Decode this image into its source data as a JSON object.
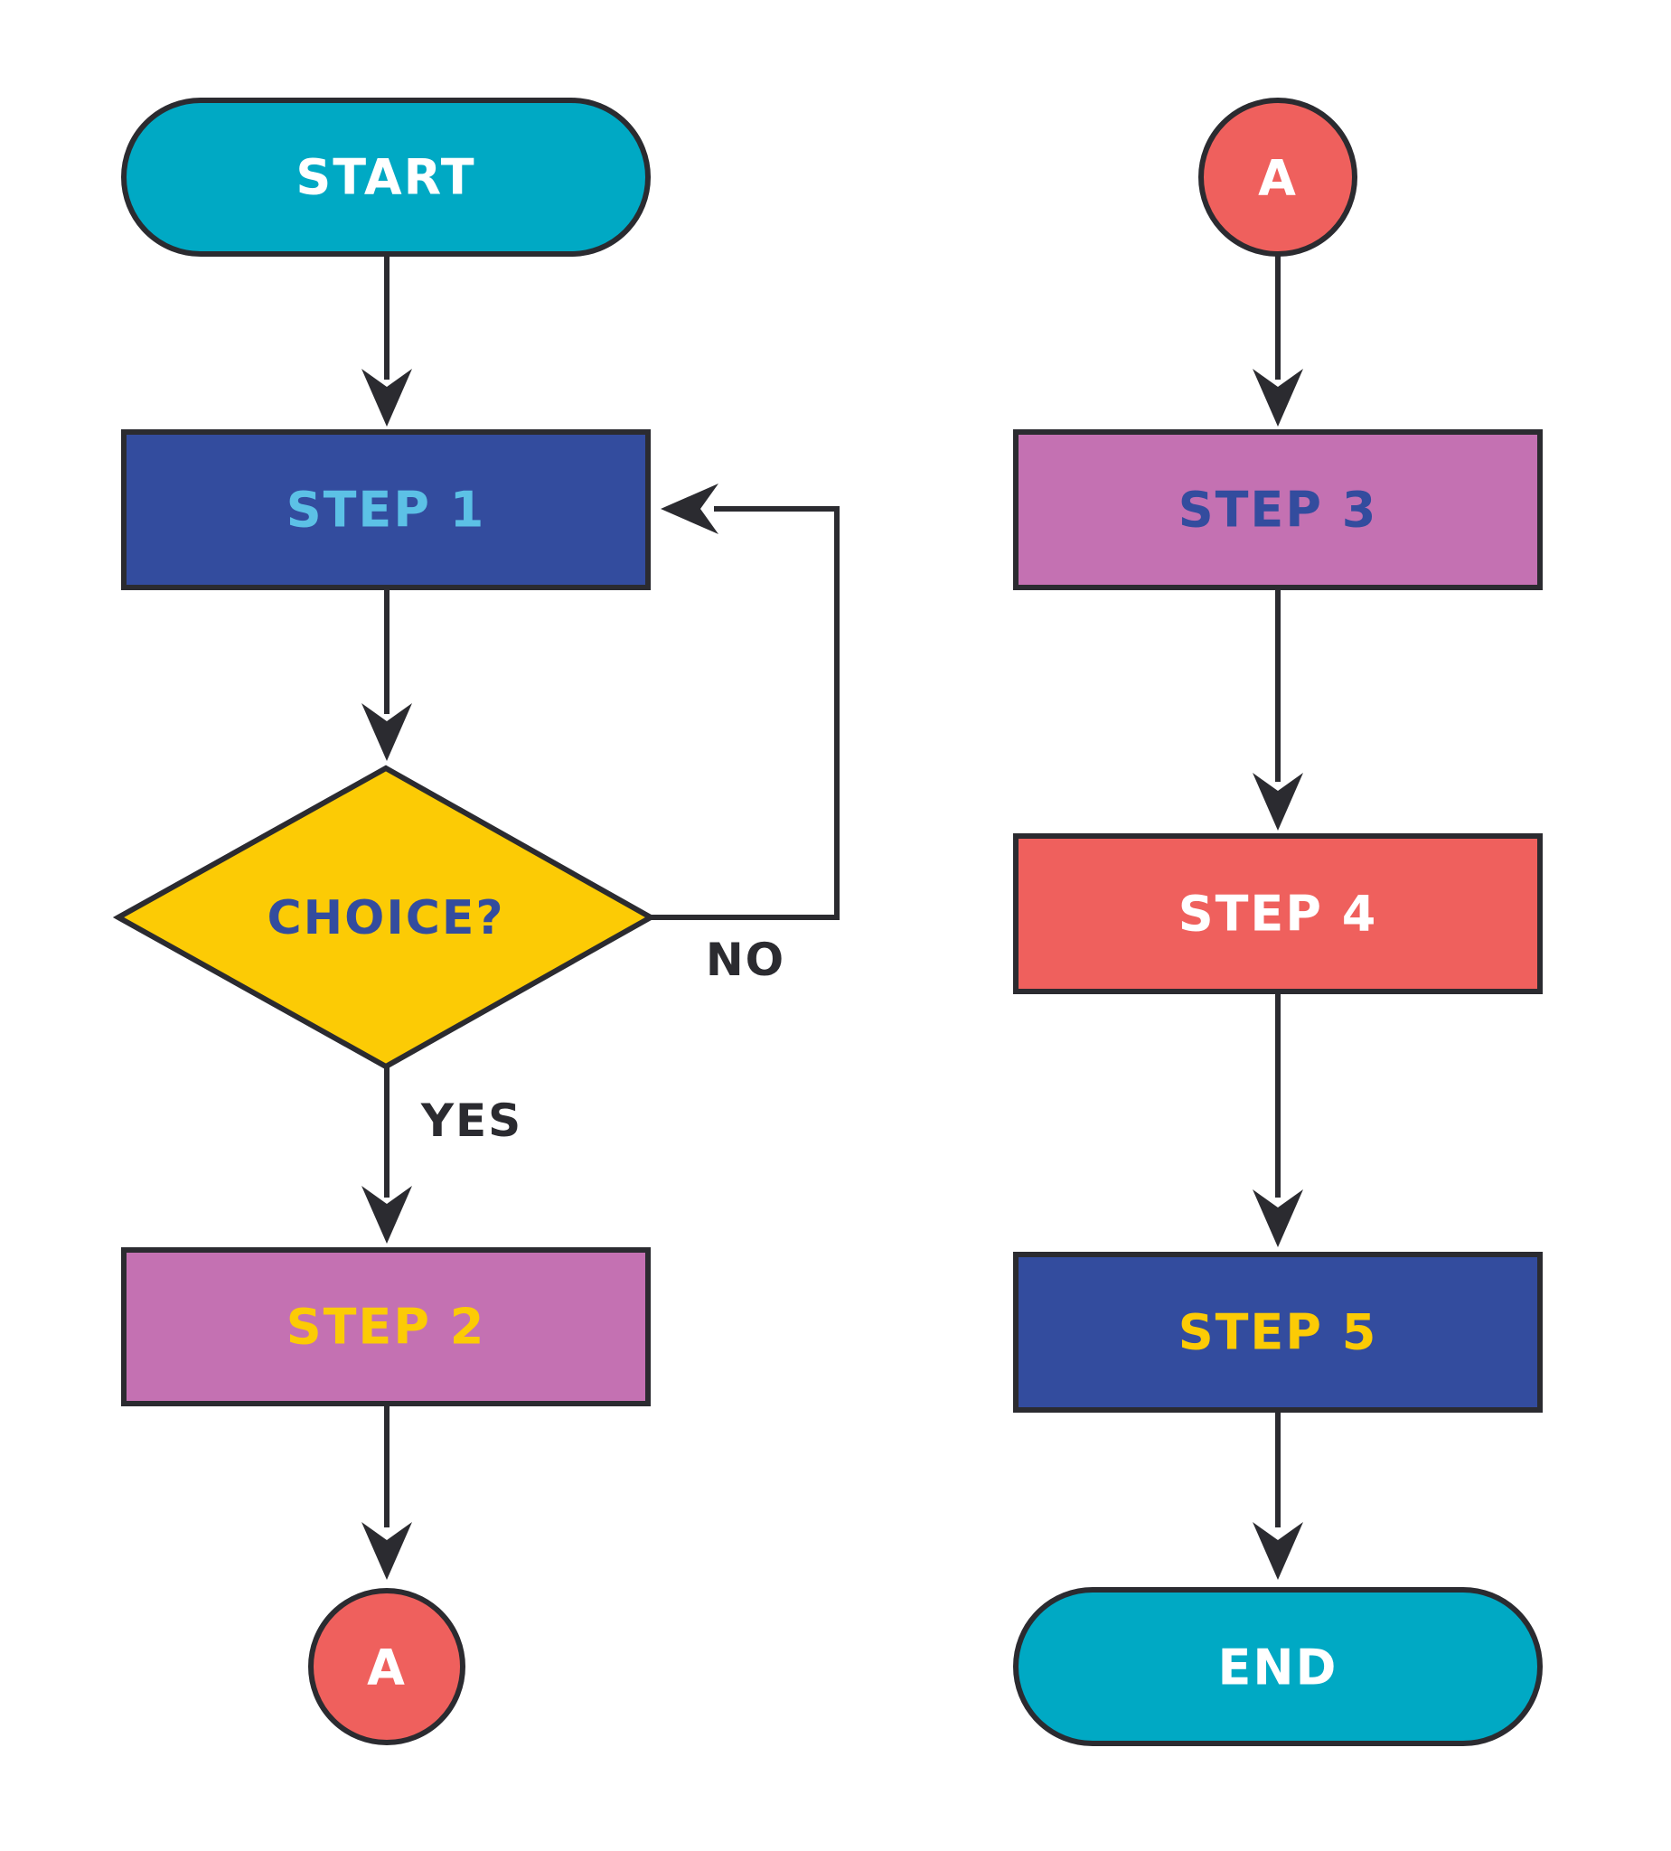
{
  "colors": {
    "stroke": "#2b2b30",
    "teal": "#00a9c4",
    "navy": "#334c9e",
    "purple": "#c471b2",
    "yellow": "#fccb05",
    "coral": "#ef605d",
    "white": "#ffffff",
    "light_blue": "#5cc1e6"
  },
  "nodes": {
    "start": {
      "label": "START",
      "shape": "terminator",
      "fill": "#00a9c4",
      "text_color": "#ffffff"
    },
    "step1": {
      "label": "STEP 1",
      "shape": "process",
      "fill": "#334c9e",
      "text_color": "#5cc1e6"
    },
    "choice": {
      "label": "CHOICE?",
      "shape": "decision",
      "fill": "#fccb05",
      "text_color": "#334c9e"
    },
    "step2": {
      "label": "STEP 2",
      "shape": "process",
      "fill": "#c471b2",
      "text_color": "#fccb05"
    },
    "connector_out": {
      "label": "A",
      "shape": "connector",
      "fill": "#ef605d",
      "text_color": "#ffffff"
    },
    "connector_in": {
      "label": "A",
      "shape": "connector",
      "fill": "#ef605d",
      "text_color": "#ffffff"
    },
    "step3": {
      "label": "STEP 3",
      "shape": "process",
      "fill": "#c471b2",
      "text_color": "#334c9e"
    },
    "step4": {
      "label": "STEP 4",
      "shape": "process",
      "fill": "#ef605d",
      "text_color": "#ffffff"
    },
    "step5": {
      "label": "STEP 5",
      "shape": "process",
      "fill": "#334c9e",
      "text_color": "#fccb05"
    },
    "end": {
      "label": "END",
      "shape": "terminator",
      "fill": "#00a9c4",
      "text_color": "#ffffff"
    }
  },
  "edges": [
    {
      "from": "start",
      "to": "step1",
      "label": ""
    },
    {
      "from": "step1",
      "to": "choice",
      "label": ""
    },
    {
      "from": "choice",
      "to": "step1",
      "label": "NO"
    },
    {
      "from": "choice",
      "to": "step2",
      "label": "YES"
    },
    {
      "from": "step2",
      "to": "connector_out",
      "label": ""
    },
    {
      "from": "connector_in",
      "to": "step3",
      "label": ""
    },
    {
      "from": "step3",
      "to": "step4",
      "label": ""
    },
    {
      "from": "step4",
      "to": "step5",
      "label": ""
    },
    {
      "from": "step5",
      "to": "end",
      "label": ""
    }
  ]
}
